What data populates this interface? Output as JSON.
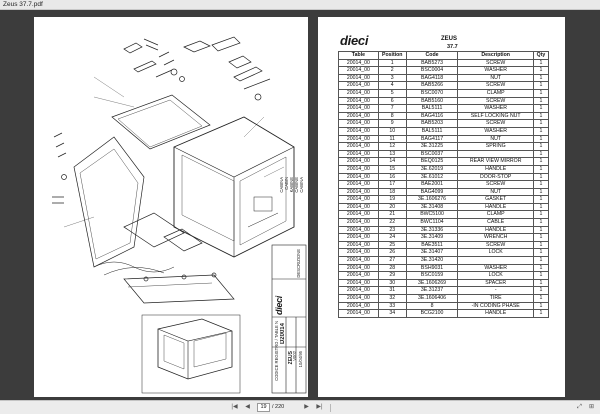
{
  "window": {
    "title": "Zeus 37.7.pdf"
  },
  "left_page": {
    "brand": "dieci",
    "side_block": {
      "descrizione": "DESCRIZIONE",
      "lines": [
        "CABINA",
        "CABIN",
        "KABINE",
        "CABINE",
        "CABINA",
        "CABINA"
      ],
      "gruppo_label": "GRUPPO",
      "gruppo_value": "D20014",
      "model": "ZEUS",
      "version": "V002",
      "date": "10/04/95",
      "notes": "CODICE REGISTRO / TABLE N"
    }
  },
  "right_page": {
    "brand": "dieci",
    "title": "ZEUS",
    "subtitle": "37.7",
    "columns": [
      "Table",
      "Position",
      "Code",
      "Description",
      "Qty"
    ],
    "rows": [
      [
        "20014_00",
        "1",
        "BAB5273",
        "SCREW",
        "1"
      ],
      [
        "20014_00",
        "2",
        "BSC0004",
        "WASHER",
        "1"
      ],
      [
        "20014_00",
        "3",
        "BAG4118",
        "NUT",
        "1"
      ],
      [
        "20014_00",
        "4",
        "BAB5266",
        "SCREW",
        "1"
      ],
      [
        "20014_00",
        "5",
        "BSC0070",
        "CLAMP",
        "1"
      ],
      [
        "20014_00",
        "6",
        "BAB5160",
        "SCREW",
        "1"
      ],
      [
        "20014_00",
        "7",
        "BAL5111",
        "WASHER",
        "1"
      ],
      [
        "20014_00",
        "8",
        "BAG4116",
        "SELF LOCKING NUT",
        "1"
      ],
      [
        "20014_00",
        "9",
        "BAB5203",
        "SCREW",
        "1"
      ],
      [
        "20014_00",
        "10",
        "BAL5111",
        "WASHER",
        "1"
      ],
      [
        "20014_00",
        "11",
        "BAG4117",
        "NUT",
        "1"
      ],
      [
        "20014_00",
        "12",
        "3E.31225",
        "SPRING",
        "1"
      ],
      [
        "20014_00",
        "13",
        "BSC0037",
        "",
        "1"
      ],
      [
        "20014_00",
        "14",
        "BEQ0125",
        "REAR VIEW MIRROR",
        "1"
      ],
      [
        "20014_00",
        "15",
        "3E.62019",
        "HANDLE",
        "1"
      ],
      [
        "20014_00",
        "16",
        "3E.61012",
        "DOOR-STOP",
        "1"
      ],
      [
        "20014_00",
        "17",
        "BAE2001",
        "SCREW",
        "1"
      ],
      [
        "20014_00",
        "18",
        "BAG4099",
        "NUT",
        "1"
      ],
      [
        "20014_00",
        "19",
        "3E.1606276",
        "GASKET",
        "1"
      ],
      [
        "20014_00",
        "20",
        "3E.31408",
        "HANDLE",
        "1"
      ],
      [
        "20014_00",
        "21",
        "BWC5100",
        "CLAMP",
        "1"
      ],
      [
        "20014_00",
        "22",
        "BWC1104",
        "CABLE",
        "1"
      ],
      [
        "20014_00",
        "23",
        "3E.31336",
        "HANDLE",
        "1"
      ],
      [
        "20014_00",
        "24",
        "3E.31409",
        "WRENCH",
        "1"
      ],
      [
        "20014_00",
        "25",
        "BAE3511",
        "SCREW",
        "1"
      ],
      [
        "20014_00",
        "26",
        "3E.31407",
        "LOCK",
        "1"
      ],
      [
        "20014_00",
        "27",
        "3E.31420",
        "",
        "1"
      ],
      [
        "20014_00",
        "28",
        "BSH9031",
        "WASHER",
        "1"
      ],
      [
        "20014_00",
        "29",
        "BSC0159",
        "LOCK",
        "1"
      ],
      [
        "20014_00",
        "30",
        "3E.1606269",
        "SPACER",
        "1"
      ],
      [
        "20014_00",
        "31",
        "3E.31237",
        "-",
        "1"
      ],
      [
        "20014_00",
        "32",
        "3E.1606406",
        "TIRE",
        "1"
      ],
      [
        "20014_00",
        "33",
        "8",
        "-IN CODING PHASE",
        "1"
      ],
      [
        "20014_00",
        "34",
        "BCG2100",
        "HANDLE",
        "1"
      ]
    ]
  },
  "pager": {
    "current": "19",
    "total": "/ 220",
    "first_icon": "first-page-icon",
    "prev_icon": "previous-page-icon",
    "next_icon": "next-page-icon",
    "last_icon": "last-page-icon",
    "fit_icon": "fit-page-icon",
    "zoom_icon": "zoom-icon"
  },
  "first_glyph": "|◀",
  "prev_glyph": "◀",
  "next_glyph": "▶",
  "last_glyph": "▶|",
  "fit_glyph": "⤢",
  "zoom_glyph": "⊞"
}
